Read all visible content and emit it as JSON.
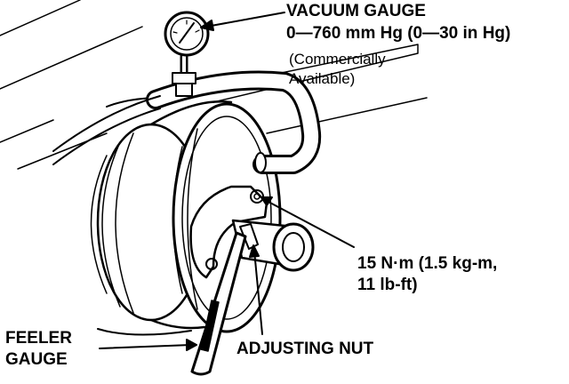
{
  "labels": {
    "vacuum_gauge": {
      "line1": "VACUUM GAUGE",
      "line2": "0—760 mm Hg (0—30 in Hg)",
      "line3": "(Commercially",
      "line4": "Available)"
    },
    "torque": {
      "line1": "15 N·m (1.5 kg-m,",
      "line2": "11 lb-ft)"
    },
    "feeler_gauge": {
      "line1": "FEELER",
      "line2": "GAUGE"
    },
    "adjusting_nut": "ADJUSTING NUT"
  },
  "colors": {
    "ink": "#000000",
    "paper": "#ffffff"
  }
}
